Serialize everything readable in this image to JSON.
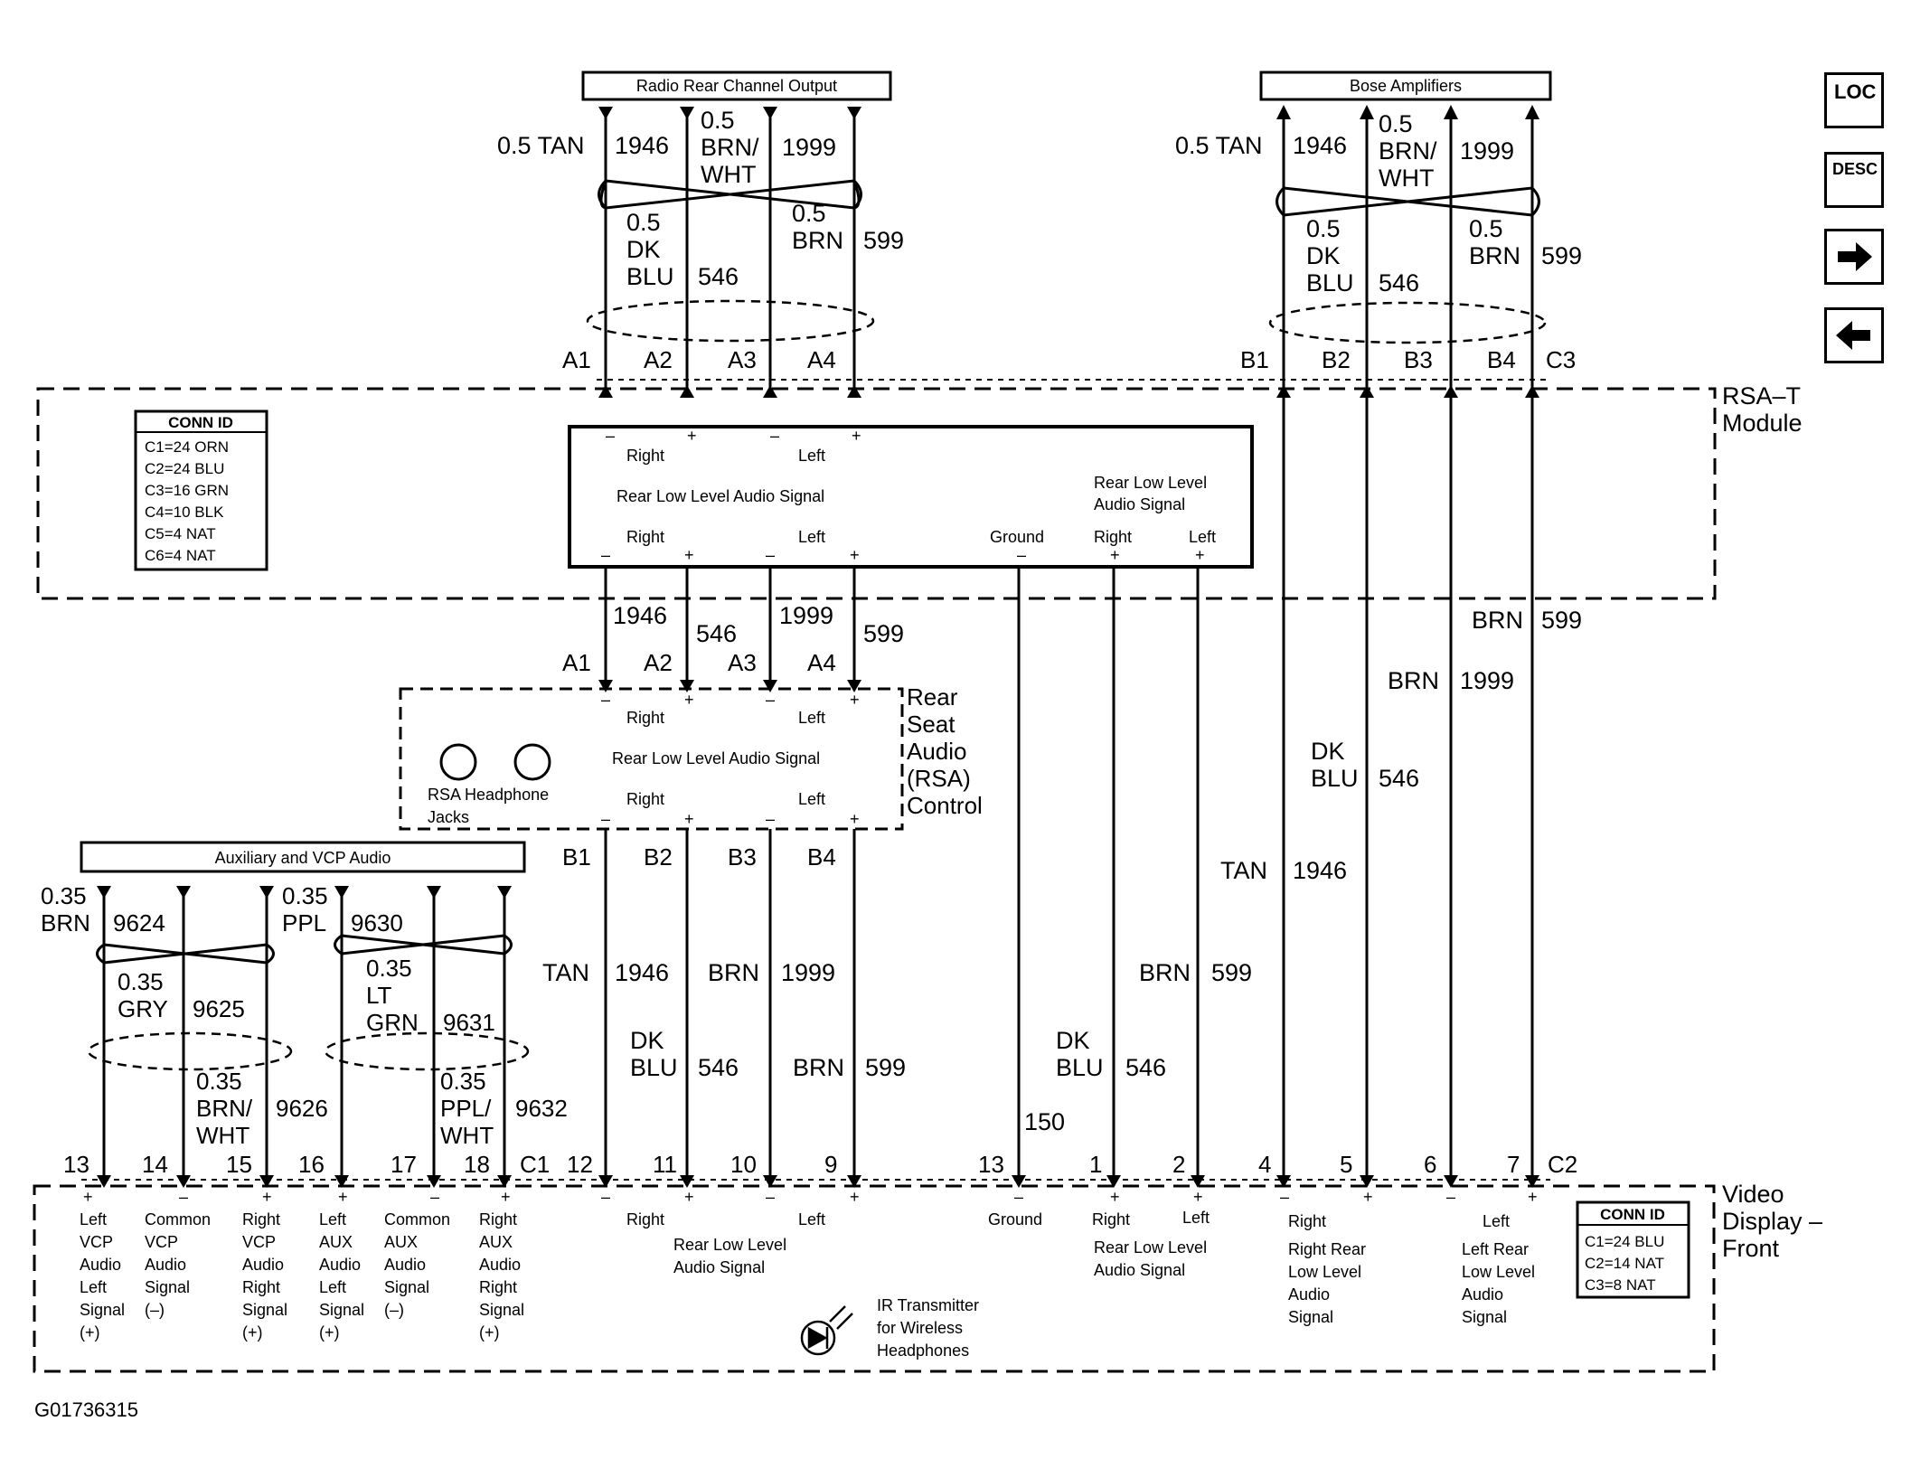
{
  "header_boxes": {
    "radio": "Radio Rear Channel Output",
    "bose": "Bose Amplifiers",
    "aux": "Auxiliary and VCP Audio"
  },
  "modules": {
    "rsa_t": [
      "RSA–T",
      "Module"
    ],
    "rsa_control": [
      "Rear",
      "Seat",
      "Audio",
      "(RSA)",
      "Control"
    ],
    "video": [
      "Video",
      "Display –",
      "Front"
    ]
  },
  "conn_id_top": {
    "title": "CONN ID",
    "rows": [
      "C1=24 ORN",
      "C2=24 BLU",
      "C3=16 GRN",
      "C4=10 BLK",
      "C5=4 NAT",
      "C6=4 NAT"
    ]
  },
  "conn_id_bottom": {
    "title": "CONN ID",
    "rows": [
      "C1=24 BLU",
      "C2=14 NAT",
      "C3=8 NAT"
    ]
  },
  "rsa_t_box": {
    "right": "Right",
    "left": "Left",
    "signal": "Rear Low Level Audio Signal",
    "right2": "Right",
    "left2": "Left",
    "ground": "Ground",
    "rl_label1": "Rear Low Level",
    "rl_label2": "Audio Signal",
    "right3": "Right",
    "left3": "Left"
  },
  "rsa_ctrl_box": {
    "right": "Right",
    "left": "Left",
    "signal": "Rear Low Level Audio Signal",
    "right2": "Right",
    "left2": "Left",
    "jacks1": "RSA Headphone",
    "jacks2": "Jacks"
  },
  "radio_wires": {
    "w1_size": "0.5 TAN",
    "w1_circ": "1946",
    "w2_lines": [
      "0.5",
      "DK",
      "BLU"
    ],
    "w2_circ": "546",
    "w3_lines": [
      "0.5",
      "BRN/",
      "WHT"
    ],
    "w3_circ": "1999",
    "w4_lines": [
      "0.5",
      "BRN"
    ],
    "w4_circ": "599"
  },
  "bose_wires": {
    "w1_size": "0.5 TAN",
    "w1_circ": "1946",
    "w2_lines": [
      "0.5",
      "DK",
      "BLU"
    ],
    "w2_circ": "546",
    "w3_lines": [
      "0.5",
      "BRN/",
      "WHT"
    ],
    "w3_circ": "1999",
    "w4_lines": [
      "0.5",
      "BRN"
    ],
    "w4_circ": "599"
  },
  "pins": {
    "top_a": [
      "A1",
      "A2",
      "A3",
      "A4"
    ],
    "top_b": [
      "B1",
      "B2",
      "B3",
      "B4",
      "C3"
    ],
    "mid_a": [
      "A1",
      "A2",
      "A3",
      "A4"
    ],
    "mid_b": [
      "B1",
      "B2",
      "B3",
      "B4"
    ]
  },
  "mid_circuits": {
    "c1946": "1946",
    "c546": "546",
    "c1999": "1999",
    "c599": "599"
  },
  "lower_wires": {
    "tan": "TAN",
    "c1946": "1946",
    "brn1": "BRN",
    "c1999": "1999",
    "dk": "DK",
    "blu": "BLU",
    "c546": "546",
    "brn2": "BRN",
    "c599": "599",
    "dk2": "DK",
    "blu2": "BLU",
    "c546b": "546",
    "brn3": "BRN",
    "c599b": "599",
    "c150": "150"
  },
  "right_wires": {
    "brn599": "BRN",
    "c599": "599",
    "brn1999": "BRN",
    "c1999": "1999",
    "dk": "DK",
    "blu": "BLU",
    "c546": "546",
    "tan": "TAN",
    "c1946": "1946"
  },
  "aux_wires": {
    "w1": [
      "0.35",
      "BRN"
    ],
    "c9624": "9624",
    "w2": [
      "0.35",
      "GRY"
    ],
    "c9625": "9625",
    "w3": [
      "0.35",
      "BRN/",
      "WHT"
    ],
    "c9626": "9626",
    "w4": [
      "0.35",
      "PPL"
    ],
    "c9630": "9630",
    "w5": [
      "0.35",
      "LT",
      "GRN"
    ],
    "c9631": "9631",
    "w6": [
      "0.35",
      "PPL/",
      "WHT"
    ],
    "c9632": "9632"
  },
  "bottom_pins": [
    "13",
    "14",
    "15",
    "16",
    "17",
    "18",
    "C1",
    "12",
    "11",
    "10",
    "9",
    "13",
    "1",
    "2",
    "4",
    "5",
    "6",
    "7",
    "C2"
  ],
  "video_labels": {
    "l1": [
      "Left",
      "VCP",
      "Audio",
      "Left",
      "Signal",
      "(+)"
    ],
    "l2": [
      "Common",
      "VCP",
      "Audio",
      "Signal",
      "(–)"
    ],
    "l3": [
      "Right",
      "VCP",
      "Audio",
      "Right",
      "Signal",
      "(+)"
    ],
    "l4": [
      "Left",
      "AUX",
      "Audio",
      "Left",
      "Signal",
      "(+)"
    ],
    "l5": [
      "Common",
      "AUX",
      "Audio",
      "Signal",
      "(–)"
    ],
    "l6": [
      "Right",
      "AUX",
      "Audio",
      "Right",
      "Signal",
      "(+)"
    ],
    "right": "Right",
    "left": "Left",
    "rl": [
      "Rear Low Level",
      "Audio Signal"
    ],
    "ground": "Ground",
    "right2": "Right",
    "left2": "Left",
    "rl2": [
      "Rear Low Level",
      "Audio Signal"
    ],
    "right3": "Right",
    "rr": [
      "Right Rear",
      "Low Level",
      "Audio",
      "Signal"
    ],
    "left3": "Left",
    "lr": [
      "Left Rear",
      "Low Level",
      "Audio",
      "Signal"
    ],
    "ir": [
      "IR Transmitter",
      "for Wireless",
      "Headphones"
    ]
  },
  "figure_id": "G01736315",
  "nav": {
    "loc_label": "LOC",
    "desc_label": "DESC",
    "next_icon": "arrow-right-icon",
    "prev_icon": "arrow-left-icon"
  }
}
